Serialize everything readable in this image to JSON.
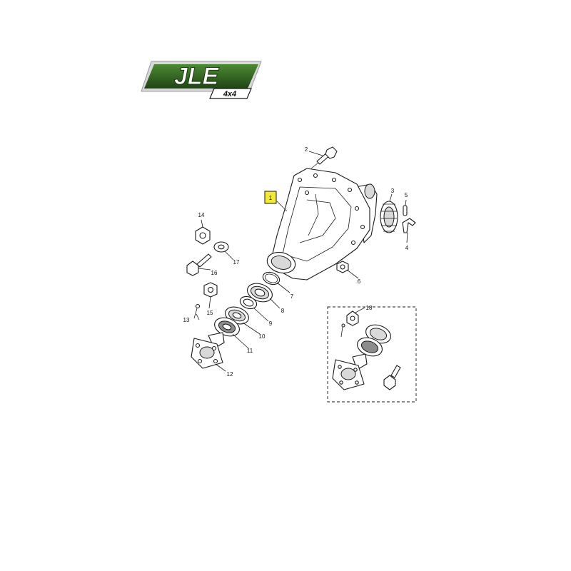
{
  "logo": {
    "brand": "JLE",
    "sub": "4x4"
  },
  "callouts": {
    "c1": "1",
    "c2": "2",
    "c3": "3",
    "c4": "4",
    "c5": "5",
    "c6": "6",
    "c7": "7",
    "c8": "8",
    "c9": "9",
    "c10": "10",
    "c11": "11",
    "c12": "12",
    "c13": "13",
    "c14": "14",
    "c15": "15",
    "c16": "16",
    "c17": "17",
    "c18": "18"
  },
  "colors": {
    "logo_green": "#2f5f22",
    "highlight": "#f2ea3a"
  }
}
